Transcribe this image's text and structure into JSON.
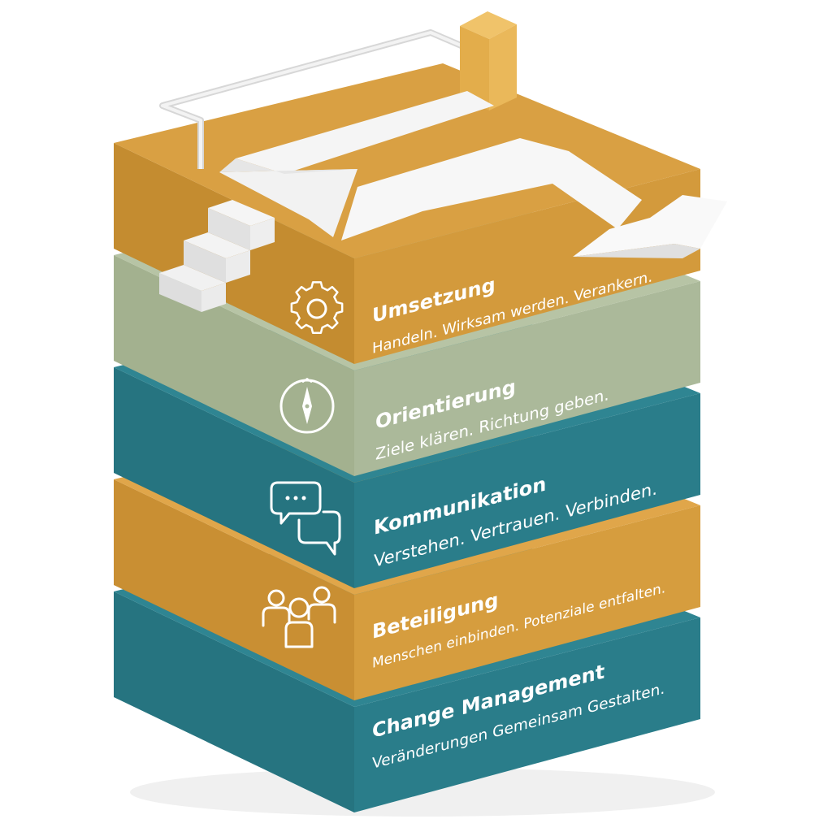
{
  "layers": [
    {
      "id": "change-management",
      "title": "Change Management",
      "subtitle": "Veränderungen Gemeinsam Gestalten.",
      "icon": "none",
      "colors": {
        "top": "#2f8592",
        "left": "#267480",
        "front": "#2a7d8a"
      }
    },
    {
      "id": "beteiligung",
      "title": "Beteiligung",
      "subtitle": "Menschen einbinden. Potenziale entfalten.",
      "icon": "people-icon",
      "colors": {
        "top": "#e0a64a",
        "left": "#c98f33",
        "front": "#d69d3e"
      }
    },
    {
      "id": "kommunikation",
      "title": "Kommunikation",
      "subtitle": "Verstehen. Vertrauen. Verbinden.",
      "icon": "chat-bubbles-icon",
      "colors": {
        "top": "#2f8592",
        "left": "#267480",
        "front": "#2a7d8a"
      }
    },
    {
      "id": "orientierung",
      "title": "Orientierung",
      "subtitle": "Ziele klären. Richtung geben.",
      "icon": "compass-icon",
      "colors": {
        "top": "#b7c4a5",
        "left": "#a3b18f",
        "front": "#abb99a"
      }
    },
    {
      "id": "umsetzung",
      "title": "Umsetzung",
      "subtitle": "Handeln. Wirksam werden. Verankern.",
      "icon": "gear-icon",
      "colors": {
        "top": "#d9a043",
        "left": "#c48c30",
        "front": "#d39a3c"
      }
    }
  ]
}
